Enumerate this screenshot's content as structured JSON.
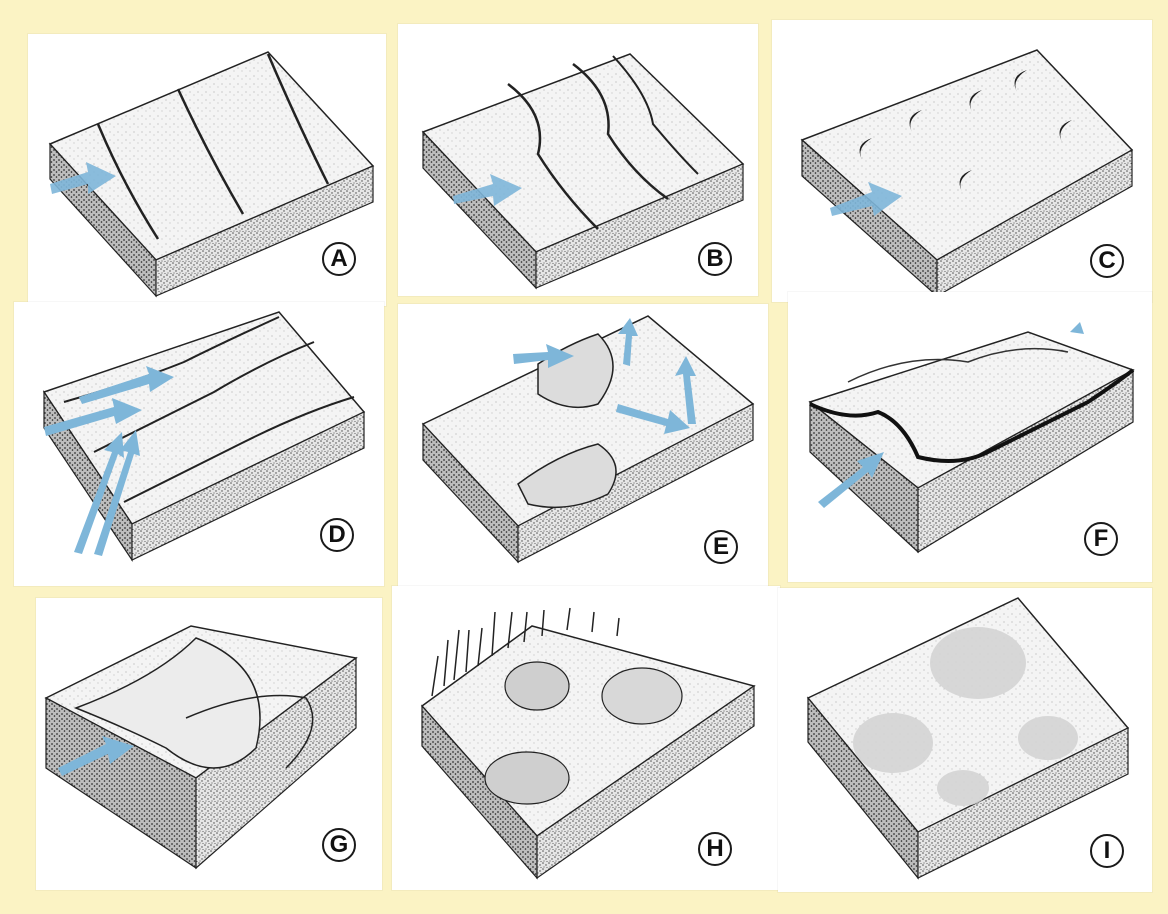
{
  "panels": [
    {
      "id": "A",
      "label": "A"
    },
    {
      "id": "B",
      "label": "B"
    },
    {
      "id": "C",
      "label": "C"
    },
    {
      "id": "D",
      "label": "D"
    },
    {
      "id": "E",
      "label": "E"
    },
    {
      "id": "F",
      "label": "F"
    },
    {
      "id": "G",
      "label": "G"
    },
    {
      "id": "H",
      "label": "H"
    },
    {
      "id": "I",
      "label": "I"
    }
  ],
  "colors": {
    "background": "#fbf3c4",
    "wind_arrow": "#7eb6d9",
    "ink": "#1a1a1a",
    "side_shade": "#9a9a9a"
  },
  "icons": {
    "wind_arrow": "wind-arrow-icon"
  }
}
